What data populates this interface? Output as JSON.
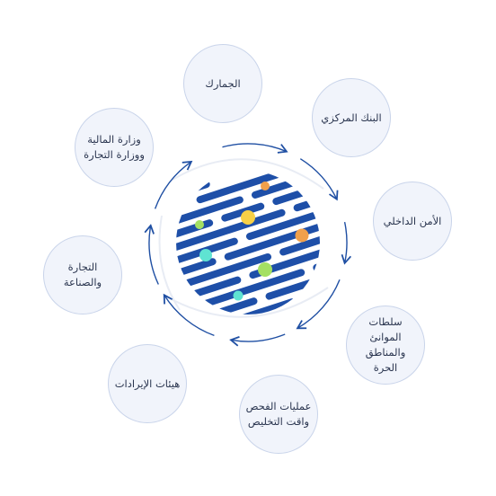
{
  "nodes": [
    {
      "id": "customs",
      "label": "الجمارك"
    },
    {
      "id": "central-bank",
      "label": "البنك المركزي"
    },
    {
      "id": "internal-security",
      "label": "الأمن الداخلي"
    },
    {
      "id": "ports-free-zones",
      "label": "سلطات الموانئ والمناطق الحرة"
    },
    {
      "id": "inspection-clearance",
      "label": "عمليات الفحص واقت التخليص"
    },
    {
      "id": "revenue-authorities",
      "label": "هيئات الإيرادات"
    },
    {
      "id": "trade-industry",
      "label": "التجارة والصناعة"
    },
    {
      "id": "finance-trade-ministry",
      "label": "وزارة المالية ووزارة التجارة"
    }
  ],
  "colors": {
    "arrow": "#1f4fa3",
    "globe_stripe": "#1e4fa8",
    "node_fill": "#f1f4fb",
    "node_border": "#c9d4ea",
    "node_text": "#2b3650",
    "dot_yellow": "#f7d046",
    "dot_orange": "#f0a04b",
    "dot_green": "#a4e062",
    "dot_cyan": "#5fe3d2"
  }
}
